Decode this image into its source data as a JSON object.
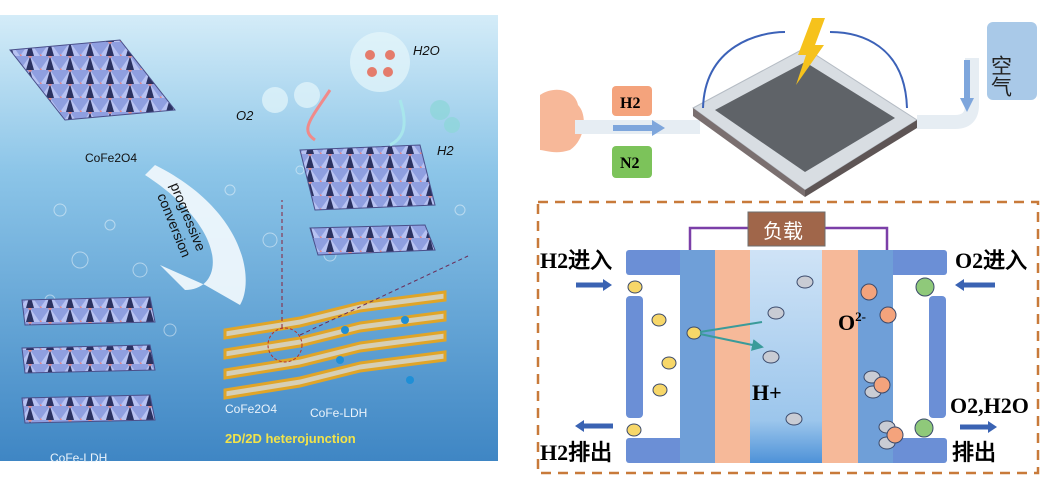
{
  "left_panel": {
    "top_crystal_label": "CoFe2O4",
    "h2o_label": "H2O",
    "o2_label": "O2",
    "h2_label": "H2",
    "arrow_text_line1": "progressive",
    "arrow_text_line2": "conversion",
    "ldh_label": "CoFe-LDH",
    "hetero_left_label": "CoFe2O4",
    "hetero_right_label": "CoFe-LDH",
    "hetero_title": "2D/2D heterojunction"
  },
  "right_panel": {
    "h2_box": "H2",
    "n2_box": "N2",
    "air_box": "空气",
    "load_box": "负载",
    "h2_in": "H2进入",
    "h2_out": "H2排出",
    "o2_in": "O2进入",
    "o2_h2o": "O2,H2O",
    "out": "排出",
    "o2_ion": "O2-",
    "h_ion": "H+"
  },
  "colors": {
    "panel_blue": "#4f97cf",
    "electrode_blue": "#6f9fd8",
    "electrolyte_peach": "#f6b999",
    "load_brown": "#a0664a",
    "dash_orange": "#c87a3a",
    "heterojunction_yellow": "#f2e34a"
  }
}
